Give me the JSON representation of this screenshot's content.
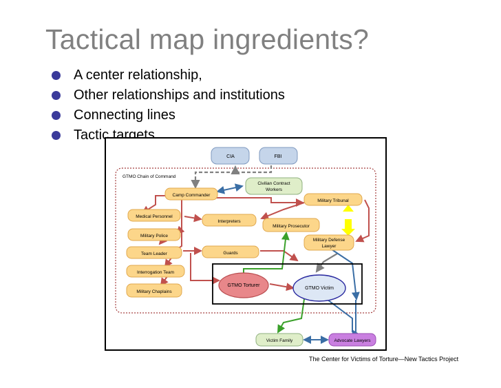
{
  "slide": {
    "title": "Tactical map ingredients?",
    "bullets": [
      "A center relationship,",
      "Other relationships and institutions",
      "Connecting lines",
      "Tactic targets"
    ],
    "credit": "The Center for Victims of Torture—New Tactics Project"
  },
  "diagram": {
    "group_label": "GTMO Chain of Command",
    "nodes": {
      "cia": "CIA",
      "fbi": "FBI",
      "camp_commander": "Camp Commander",
      "civilian_contract_workers_1": "Civilian Contract",
      "civilian_contract_workers_2": "Workers",
      "military_tribunal": "Military Tribunal",
      "medical_personnel": "Medical Personnel",
      "interpreters": "Interpreters",
      "military_prosecutor": "Military Prosecutor",
      "military_police": "Military Police",
      "military_defense_lawyer_1": "Military Defense",
      "military_defense_lawyer_2": "Lawyer",
      "team_leader": "Team Leader",
      "guards": "Guards",
      "interrogation_team": "Interrogation Team",
      "gtmo_torturer": "GTMO Torturer",
      "gtmo_victim": "GTMO Victim",
      "military_chaplains": "Military Chaplains",
      "victim_family": "Victim Family",
      "advocate_lawyers": "Advocate Lawyers"
    },
    "colors": {
      "red_line": "#c0504d",
      "green_line": "#3aa02a",
      "blue_line": "#3a6ea5",
      "gray_line": "#808080",
      "yellow_arrow": "#ffff00",
      "orange_node": "#fcd68a",
      "blue_node": "#c5d5ea",
      "victim_node": "#dde7f5",
      "torturer_node": "#e8878a",
      "green_node": "#dfeec9",
      "purple_node": "#c97fe0",
      "group_border": "#a33c3c"
    }
  }
}
